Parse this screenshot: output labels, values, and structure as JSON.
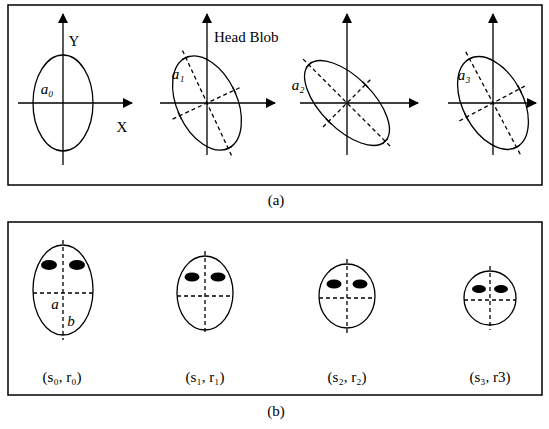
{
  "diagram": {
    "labels": [
      "Y",
      "X",
      "Head Blob",
      "a₀",
      "a₁",
      "a₂",
      "a₃",
      "(a)",
      "a",
      "b",
      "(s₀, r₀)",
      "(s₁, r₁)",
      "(s₂, r₂)",
      "(s₃, r3)",
      "(b)"
    ]
  }
}
